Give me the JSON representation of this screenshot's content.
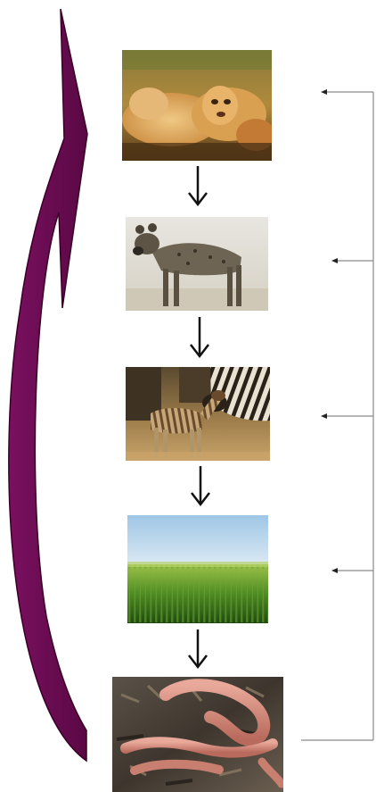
{
  "diagram": {
    "organisms": [
      {
        "id": "lions",
        "name": "lion-pride-photo",
        "icon": "lions-image"
      },
      {
        "id": "hyena",
        "name": "hyena-photo",
        "icon": "hyena-image"
      },
      {
        "id": "zebras",
        "name": "zebras-photo",
        "icon": "zebra-image"
      },
      {
        "id": "grass",
        "name": "grass-photo",
        "icon": "grass-image"
      },
      {
        "id": "worms",
        "name": "earthworms-photo",
        "icon": "earthworm-image"
      }
    ],
    "colors": {
      "cycle_arrow": "#6b0a4f",
      "cycle_arrow_stroke": "#3a0028",
      "flow_arrow": "#111111",
      "bracket_line": "#8a8a8a"
    }
  }
}
